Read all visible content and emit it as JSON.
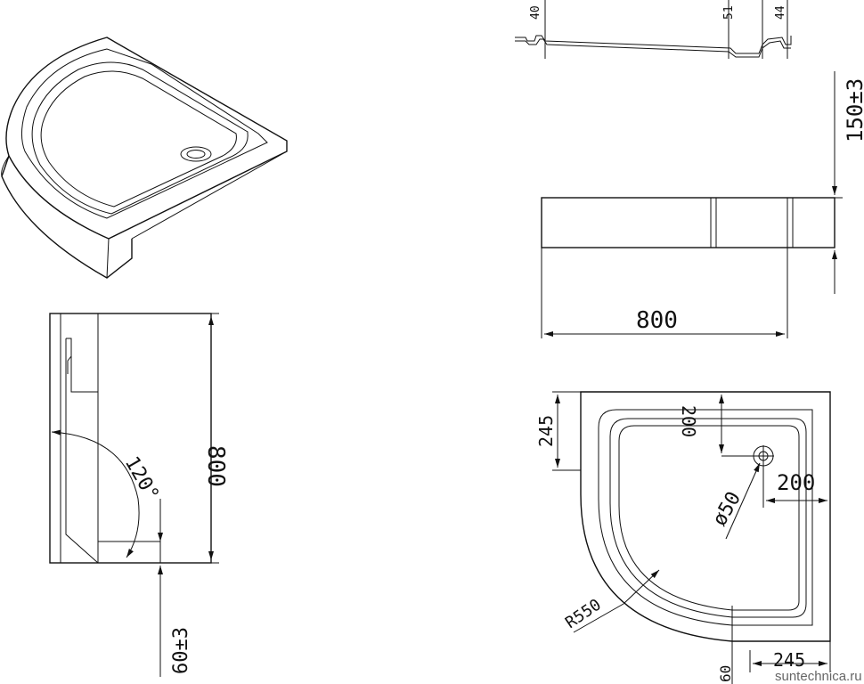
{
  "drawing": {
    "dimensions": {
      "top_40": "40",
      "top_51": "51",
      "top_44": "44",
      "height_150": "150±3",
      "width_800_front": "800",
      "length_800_side": "800",
      "angle_120": "120°",
      "leg_60": "60±3",
      "plan_245_left": "245",
      "plan_200_top": "200",
      "plan_200_right": "200",
      "drain_50": "ø50",
      "radius_550": "R550",
      "plan_60_bottom": "60",
      "plan_245_bottom": "245"
    },
    "watermark": "suntechnica.ru"
  }
}
